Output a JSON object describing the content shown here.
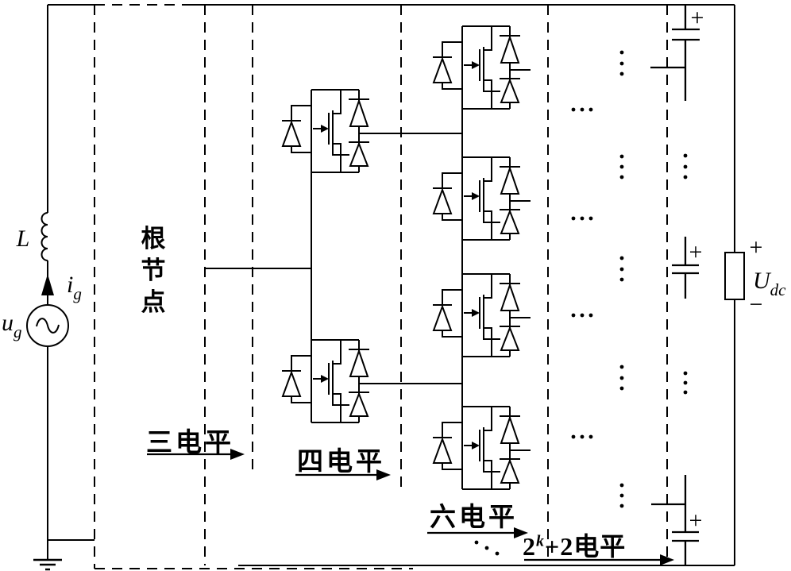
{
  "labels": {
    "inductor": "L",
    "grid_current_base": "i",
    "grid_current_sub": "g",
    "grid_voltage_base": "u",
    "grid_voltage_sub": "g",
    "dc_voltage_base": "U",
    "dc_voltage_sub": "dc",
    "root_node_chars": [
      "根",
      "节",
      "点"
    ],
    "level_3": "三电平",
    "level_4": "四电平",
    "level_6": "六电平",
    "level_2k_base": "2",
    "level_2k_sup": "k",
    "level_2k_rest": "+2电平",
    "plus": "+",
    "minus": "−"
  },
  "colors": {
    "line": "#000000",
    "background": "#ffffff"
  }
}
